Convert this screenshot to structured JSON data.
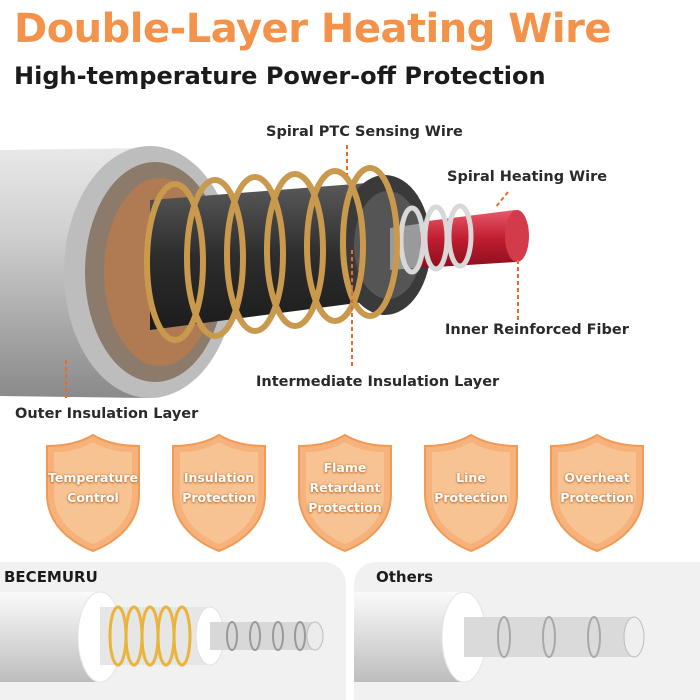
{
  "header": {
    "title": "Double-Layer Heating Wire",
    "subtitle": "High-temperature Power-off Protection"
  },
  "callouts": {
    "spiral_ptc": "Spiral PTC Sensing Wire",
    "spiral_heating": "Spiral Heating Wire",
    "inner_fiber": "Inner Reinforced Fiber",
    "intermediate": "Intermediate Insulation Layer",
    "outer": "Outer Insulation Layer"
  },
  "features": [
    {
      "label": "Temperature Control"
    },
    {
      "label": "Insulation Protection"
    },
    {
      "label": "Flame Retardant Protection"
    },
    {
      "label": "Line Protection"
    },
    {
      "label": "Overheat Protection"
    }
  ],
  "comparison": {
    "left_label": "BECEMURU",
    "right_label": "Others"
  },
  "colors": {
    "accent": "#f3924a",
    "callout_line": "#e8692a",
    "shield": "#f6b27a"
  }
}
